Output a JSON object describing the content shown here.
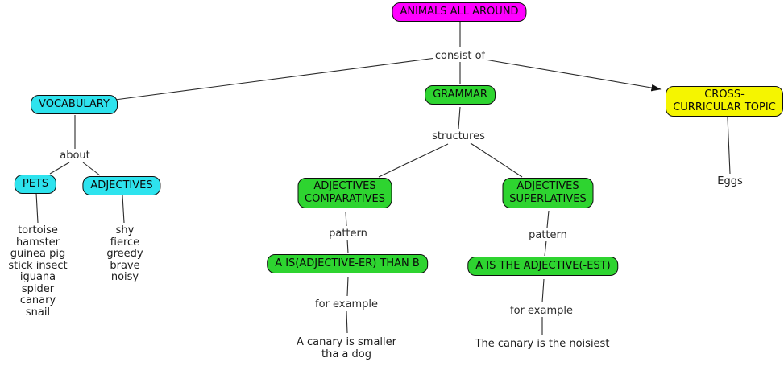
{
  "colors": {
    "root_box": "#ff00ff",
    "vocabulary_boxes": "#2ee3ee",
    "grammar_boxes": "#2ed430",
    "cross_curricular_box": "#f5f500",
    "line": "#2b2b2b"
  },
  "nodes": {
    "root": {
      "label": "ANIMALS ALL AROUND"
    },
    "vocabulary": {
      "label": "VOCABULARY"
    },
    "pets": {
      "label": "PETS"
    },
    "adjectives": {
      "label": "ADJECTIVES"
    },
    "grammar": {
      "label": "GRAMMAR"
    },
    "comparatives": {
      "label": "ADJECTIVES COMPARATIVES"
    },
    "superlatives": {
      "label": "ADJECTIVES SUPERLATIVES"
    },
    "comparative_pattern": {
      "label": "A IS(ADJECTIVE-ER) THAN B"
    },
    "superlative_pattern": {
      "label": "A IS THE ADJECTIVE(-EST)"
    },
    "cross_curricular": {
      "label": "CROSS-CURRICULAR TOPIC"
    }
  },
  "links": {
    "consist_of": "consist of",
    "about": "about",
    "structures": "structures",
    "pattern_comparative": "pattern",
    "pattern_superlative": "pattern",
    "for_example_comparative": "for example",
    "for_example_superlative": "for example"
  },
  "leaves": {
    "pets_examples": [
      "tortoise",
      "hamster",
      "guinea pig",
      "stick insect",
      "iguana",
      "spider",
      "canary",
      "snail"
    ],
    "adjective_examples": [
      "shy",
      "fierce",
      "greedy",
      "brave",
      "noisy"
    ],
    "comparative_example": "A canary is smaller tha a dog",
    "superlative_example": "The canary is the noisiest",
    "cross_curricular_example": "Eggs"
  }
}
